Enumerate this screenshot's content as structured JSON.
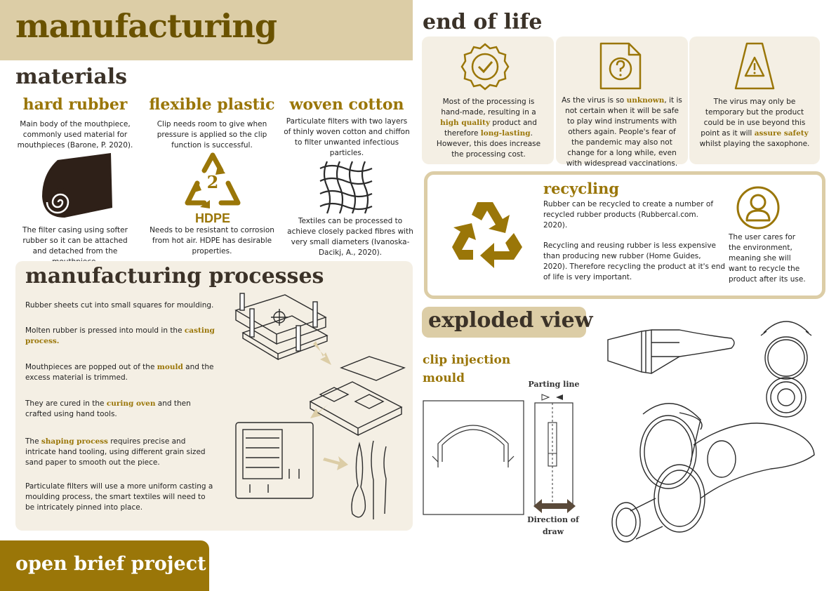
{
  "header": {
    "title": "manufacturing"
  },
  "materials": {
    "title": "materials",
    "items": [
      {
        "title": "hard rubber",
        "desc": "Main body of the mouthpiece, commonly used material for mouthpieces (Barone, P. 2020).",
        "note": "The filter casing using softer rubber so it can be attached and detached from the mouthpiece."
      },
      {
        "title": "flexible plastic",
        "desc": "Clip needs room to give when pressure is applied so the clip function is successful.",
        "note": "Needs to be resistant to corrosion from hot air. HDPE has desirable properties.",
        "icon_number": "2",
        "icon_label": "HDPE"
      },
      {
        "title": "woven cotton",
        "desc": "Particulate filters with two layers of thinly woven cotton and chiffon to filter unwanted infectious particles.",
        "note": "Textiles can be processed to achieve closely packed fibres with very small diameters (Ivanoska-Dacikj, A., 2020)."
      }
    ]
  },
  "processes": {
    "title": "manufacturing processes",
    "steps": [
      {
        "pre": "Rubber sheets cut into small squares for moulding.",
        "hl": "",
        "post": ""
      },
      {
        "pre": "Molten rubber is pressed into mould in the ",
        "hl": "casting process.",
        "post": ""
      },
      {
        "pre": "Mouthpieces are popped out of the ",
        "hl": "mould",
        "post": " and the excess material is trimmed."
      },
      {
        "pre": "They are cured in the ",
        "hl": "curing oven",
        "post": " and then crafted using hand tools."
      },
      {
        "pre": "The ",
        "hl": "shaping process",
        "post": " requires precise and intricate hand tooling, using different grain sized sand paper to smooth out the piece."
      },
      {
        "pre": "Particulate filters will use a more uniform casting a moulding process, the smart textiles will need to be intricately pinned into place.",
        "hl": "",
        "post": ""
      }
    ]
  },
  "footer": {
    "text": "open brief project"
  },
  "end_of_life": {
    "title": "end of life",
    "cards": [
      {
        "icon": "quality-badge-icon",
        "pre": "Most of the processing is hand-made, resulting in a ",
        "hl1": "high quality",
        "mid": " product and therefore ",
        "hl2": "long-lasting",
        "post": ". However, this does increase the processing cost."
      },
      {
        "icon": "question-document-icon",
        "pre": "As the virus is so ",
        "hl1": "unknown",
        "mid": ", it is not certain when it will be safe to play wind instruments with others again. People's fear of the pandemic may also not change for a long while, even with widespread vaccinations.",
        "hl2": "",
        "post": ""
      },
      {
        "icon": "warning-sign-icon",
        "pre": "The virus may only be temporary but the product could be in use beyond this point as it will ",
        "hl1": "assure safety",
        "mid": " whilst playing the saxophone.",
        "hl2": "",
        "post": ""
      }
    ]
  },
  "recycling": {
    "title": "recycling",
    "p1": "Rubber can be recycled to create a number of recycled rubber products (Rubbercal.com. 2020).",
    "p2": "Recycling and reusing rubber is less expensive than producing new rubber (Home Guides, 2020). Therefore recycling the product at it's end of life is very important.",
    "user_note": "The user cares for the environment, meaning she will want to recycle the product after its use."
  },
  "exploded": {
    "title": "exploded view",
    "mould_title": "clip injection mould",
    "parting_line": "Parting line",
    "direction": "Direction of draw"
  },
  "colors": {
    "accent": "#9a7608",
    "beige": "#dccda6",
    "panel": "#f4efe4",
    "heading": "#3b3228"
  }
}
